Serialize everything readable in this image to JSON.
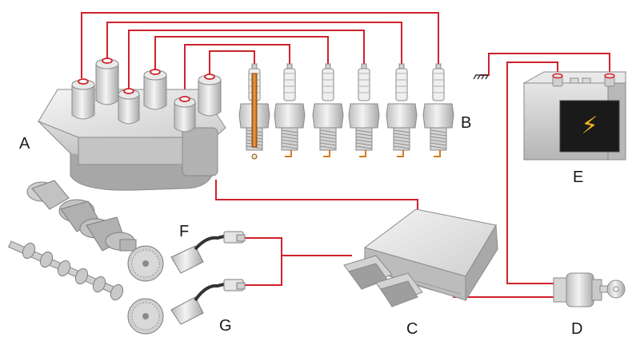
{
  "labels": {
    "coil_pack": "A",
    "spark_plugs": "B",
    "ecu": "C",
    "ignition_switch": "D",
    "battery": "E",
    "crank_sensor": "F",
    "cam_sensor": "G"
  },
  "battery_symbol": "⚡",
  "colors": {
    "wire": "#d0212b",
    "metal": "#d9d9d9",
    "metal_dark": "#9a9a9a",
    "insulator": "#efefef",
    "copper": "#d47a1f",
    "battery_face": "#1a1a1a",
    "bolt": "#f2b61e"
  },
  "icons": [
    "coil-pack-icon",
    "spark-plug-icon",
    "battery-icon",
    "ecu-icon",
    "ignition-switch-icon",
    "key-icon",
    "crankshaft-icon",
    "camshaft-icon",
    "sensor-icon",
    "ground-icon"
  ]
}
